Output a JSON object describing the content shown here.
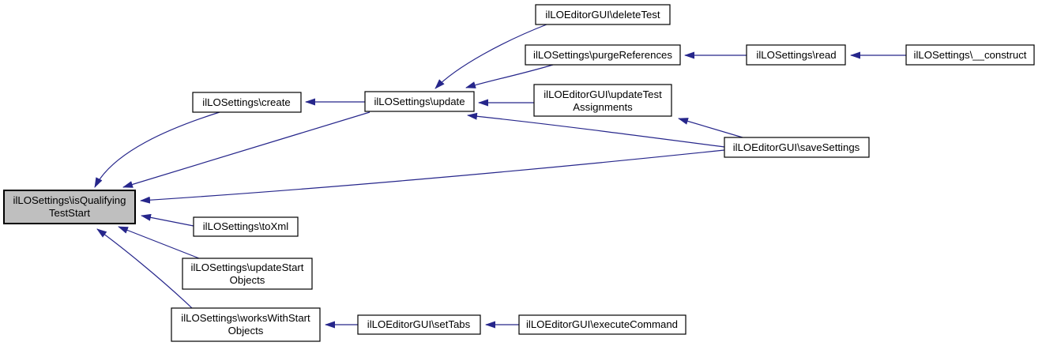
{
  "diagram": {
    "type": "caller-graph",
    "colors": {
      "edge": "#26268b",
      "node_border": "#000000",
      "node_fill": "#ffffff",
      "highlight_fill": "#bfbfbf",
      "background": "#ffffff",
      "text": "#000000"
    },
    "nodes": {
      "main": {
        "lines": [
          "ilLOSettings\\isQualifying",
          "TestStart"
        ],
        "highlighted": true
      },
      "create": {
        "lines": [
          "ilLOSettings\\create"
        ]
      },
      "update": {
        "lines": [
          "ilLOSettings\\update"
        ]
      },
      "delete_test": {
        "lines": [
          "ilLOEditorGUI\\deleteTest"
        ]
      },
      "purge_references": {
        "lines": [
          "ilLOSettings\\purgeReferences"
        ]
      },
      "read": {
        "lines": [
          "ilLOSettings\\read"
        ]
      },
      "construct": {
        "lines": [
          "ilLOSettings\\__construct"
        ]
      },
      "update_test_assignments": {
        "lines": [
          "ilLOEditorGUI\\updateTest",
          "Assignments"
        ]
      },
      "save_settings": {
        "lines": [
          "ilLOEditorGUI\\saveSettings"
        ]
      },
      "to_xml": {
        "lines": [
          "ilLOSettings\\toXml"
        ]
      },
      "update_start_objects": {
        "lines": [
          "ilLOSettings\\updateStart",
          "Objects"
        ]
      },
      "works_with_start_objects": {
        "lines": [
          "ilLOSettings\\worksWithStart",
          "Objects"
        ]
      },
      "set_tabs": {
        "lines": [
          "ilLOEditorGUI\\setTabs"
        ]
      },
      "execute_command": {
        "lines": [
          "ilLOEditorGUI\\executeCommand"
        ]
      }
    },
    "edges": [
      {
        "caller": "ilLOSettings\\update",
        "callee": "ilLOSettings\\create"
      },
      {
        "caller": "ilLOSettings\\create",
        "callee": "ilLOSettings\\isQualifyingTestStart"
      },
      {
        "caller": "ilLOSettings\\update",
        "callee": "ilLOSettings\\isQualifyingTestStart"
      },
      {
        "caller": "ilLOEditorGUI\\deleteTest",
        "callee": "ilLOSettings\\update"
      },
      {
        "caller": "ilLOSettings\\purgeReferences",
        "callee": "ilLOSettings\\update"
      },
      {
        "caller": "ilLOSettings\\read",
        "callee": "ilLOSettings\\purgeReferences"
      },
      {
        "caller": "ilLOSettings\\__construct",
        "callee": "ilLOSettings\\read"
      },
      {
        "caller": "ilLOEditorGUI\\updateTestAssignments",
        "callee": "ilLOSettings\\update"
      },
      {
        "caller": "ilLOEditorGUI\\saveSettings",
        "callee": "ilLOEditorGUI\\updateTestAssignments"
      },
      {
        "caller": "ilLOEditorGUI\\saveSettings",
        "callee": "ilLOSettings\\update"
      },
      {
        "caller": "ilLOEditorGUI\\saveSettings",
        "callee": "ilLOSettings\\isQualifyingTestStart"
      },
      {
        "caller": "ilLOSettings\\toXml",
        "callee": "ilLOSettings\\isQualifyingTestStart"
      },
      {
        "caller": "ilLOSettings\\updateStartObjects",
        "callee": "ilLOSettings\\isQualifyingTestStart"
      },
      {
        "caller": "ilLOSettings\\worksWithStartObjects",
        "callee": "ilLOSettings\\isQualifyingTestStart"
      },
      {
        "caller": "ilLOEditorGUI\\setTabs",
        "callee": "ilLOSettings\\worksWithStartObjects"
      },
      {
        "caller": "ilLOEditorGUI\\executeCommand",
        "callee": "ilLOEditorGUI\\setTabs"
      }
    ]
  }
}
